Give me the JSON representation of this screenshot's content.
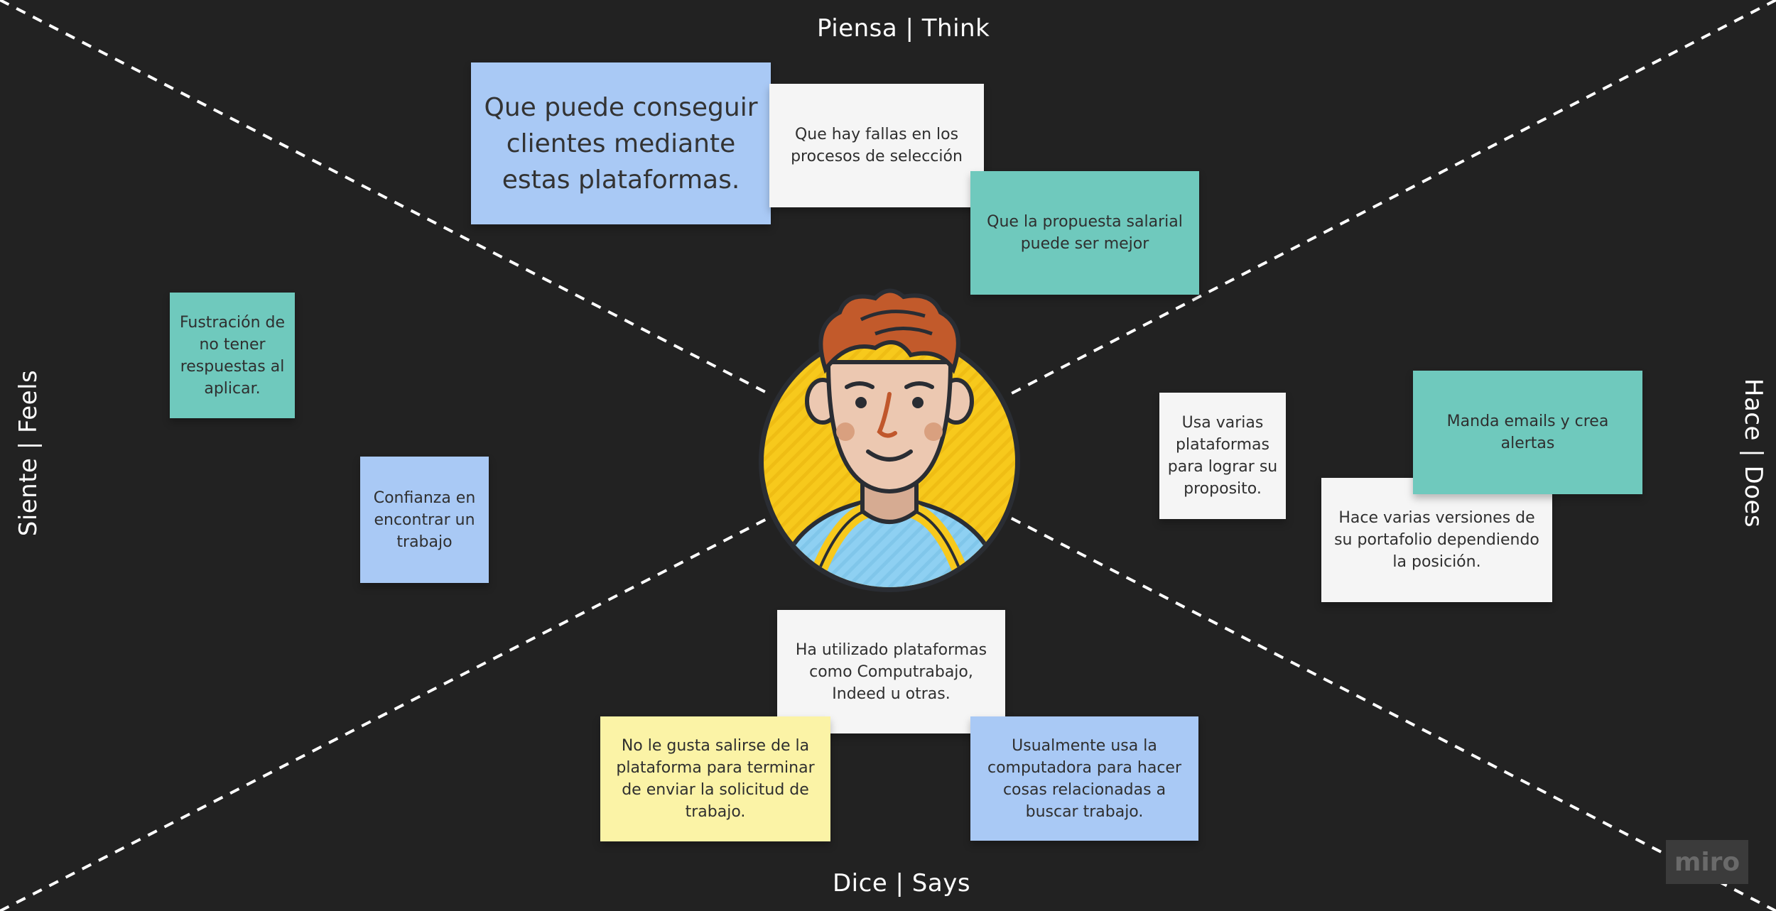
{
  "quadrants": {
    "think": "Piensa | Think",
    "says": "Dice | Says",
    "feels": "Siente | Feels",
    "does": "Hace | Does"
  },
  "notes": {
    "big": "Que puede conseguir clientes mediante estas plataformas.",
    "fallas": "Que hay fallas en los procesos de selección",
    "salarial": "Que la propuesta salarial puede ser mejor",
    "frustracion": "Fustración de no tener respuestas al aplicar.",
    "confianza": "Confianza en encontrar un trabajo",
    "usa": "Usa varias plataformas para lograr su proposito.",
    "manda": "Manda emails y crea alertas",
    "hace": "Hace varias versiones de su portafolio dependiendo la posición.",
    "ha": "Ha utilizado plataformas como Computrabajo, Indeed u otras.",
    "no": "No le gusta salirse de la plataforma para terminar de enviar la solicitud de trabajo.",
    "usualmente": "Usualmente usa la computadora para hacer cosas relacionadas a buscar trabajo."
  },
  "colors": {
    "background": "#222222",
    "blue_note": "#a9c9f5",
    "white_note": "#f5f5f5",
    "teal_note": "#6fc9bd",
    "yellow_note": "#fbf3a6",
    "avatar_circle": "#f7c91c"
  },
  "brand": {
    "logo": "miro"
  }
}
